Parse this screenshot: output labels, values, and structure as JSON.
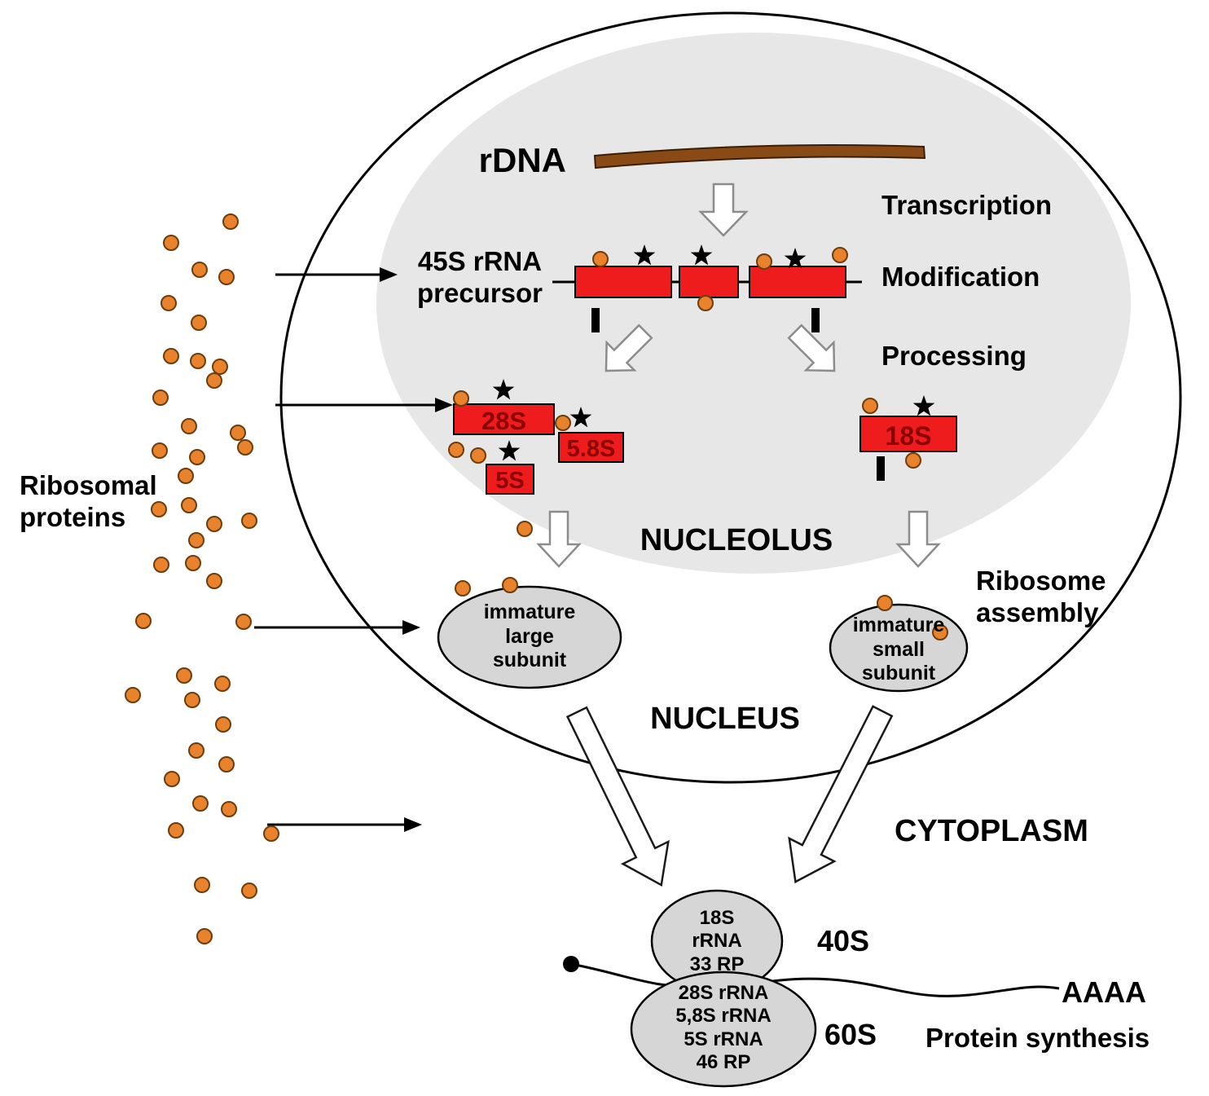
{
  "labels": {
    "rdna": "rDNA",
    "transcription": "Transcription",
    "precursor": "45S rRNA\nprecursor",
    "modification": "Modification",
    "processing": "Processing",
    "rna_28s": "28S",
    "rna_5_8s": "5.8S",
    "rna_5s": "5S",
    "rna_18s": "18S",
    "nucleolus": "NUCLEOLUS",
    "ribosome_assembly": "Ribosome\nassembly",
    "immature_large_subunit": "immature\nlarge\nsubunit",
    "immature_small_subunit": "immature\nsmall\nsubunit",
    "nucleus": "NUCLEUS",
    "cytoplasm": "CYTOPLASM",
    "ribosomal_proteins": "Ribosomal\nproteins",
    "subunit_40s": "40S",
    "subunit_60s": "60S",
    "small_subunit_composition": "18S\nrRNA\n33 RP",
    "large_subunit_composition": "28S rRNA\n5,8S rRNA\n5S rRNA\n46 RP",
    "poly_a_tail": "AAAA",
    "protein_synthesis": "Protein synthesis"
  },
  "colors": {
    "rna_red": "#ee1c1c",
    "rna_text": "#8b0000",
    "protein_orange": "#e8822c",
    "protein_outline": "#6e3d0c",
    "dna_brown": "#8a4a15",
    "nucleolus_fill": "#e7e7e7",
    "subunit_fill": "#d6d6d6"
  },
  "ribosomal_protein_dots": [
    [
      283,
      272
    ],
    [
      210,
      298
    ],
    [
      245,
      331
    ],
    [
      278,
      340
    ],
    [
      207,
      372
    ],
    [
      244,
      396
    ],
    [
      210,
      437
    ],
    [
      243,
      443
    ],
    [
      270,
      450
    ],
    [
      263,
      467
    ],
    [
      197,
      488
    ],
    [
      232,
      523
    ],
    [
      292,
      531
    ],
    [
      196,
      553
    ],
    [
      242,
      561
    ],
    [
      301,
      549
    ],
    [
      228,
      584
    ],
    [
      195,
      625
    ],
    [
      232,
      620
    ],
    [
      263,
      643
    ],
    [
      306,
      639
    ],
    [
      241,
      663
    ],
    [
      237,
      691
    ],
    [
      198,
      693
    ],
    [
      263,
      713
    ],
    [
      176,
      762
    ],
    [
      299,
      763
    ],
    [
      226,
      829
    ],
    [
      273,
      839
    ],
    [
      163,
      853
    ],
    [
      236,
      859
    ],
    [
      274,
      889
    ],
    [
      241,
      921
    ],
    [
      278,
      938
    ],
    [
      211,
      956
    ],
    [
      246,
      986
    ],
    [
      281,
      993
    ],
    [
      216,
      1019
    ],
    [
      333,
      1023
    ],
    [
      248,
      1086
    ],
    [
      306,
      1093
    ],
    [
      251,
      1149
    ],
    [
      737,
      318
    ],
    [
      866,
      372
    ],
    [
      938,
      321
    ],
    [
      1031,
      313
    ],
    [
      566,
      489
    ],
    [
      560,
      552
    ],
    [
      691,
      519
    ],
    [
      587,
      559
    ],
    [
      1068,
      498
    ],
    [
      1121,
      565
    ],
    [
      644,
      649
    ],
    [
      568,
      722
    ],
    [
      626,
      718
    ],
    [
      1086,
      740
    ],
    [
      1154,
      776
    ]
  ],
  "modification_marks": {
    "stars": [
      [
        791,
        314
      ],
      [
        861,
        314
      ],
      [
        976,
        318
      ],
      [
        618,
        479
      ],
      [
        713,
        513
      ],
      [
        625,
        554
      ],
      [
        1134,
        499
      ]
    ],
    "ticks": [
      [
        731,
        378
      ],
      [
        1001,
        378
      ],
      [
        1081,
        560
      ]
    ]
  }
}
